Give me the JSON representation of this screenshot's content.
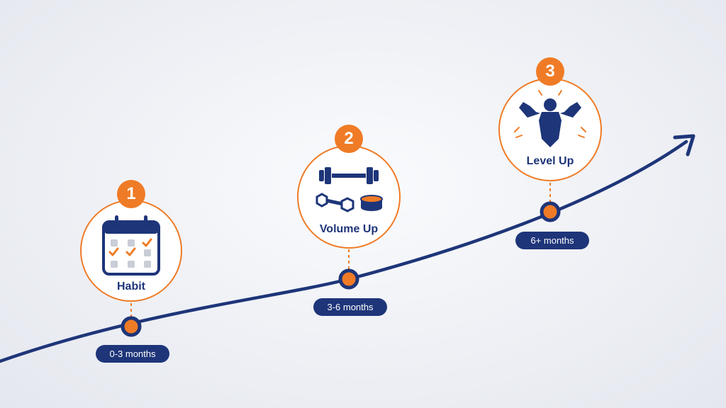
{
  "milestones": [
    {
      "number": "1",
      "label": "Habit",
      "timeframe": "0-3 months",
      "icon": "calendar-checklist-icon"
    },
    {
      "number": "2",
      "label": "Volume Up",
      "timeframe": "3-6 months",
      "icon": "dumbbells-and-weight-plate-icon"
    },
    {
      "number": "3",
      "label": "Level Up",
      "timeframe": "6+ months",
      "icon": "flexing-bodybuilder-icon"
    }
  ],
  "colors": {
    "navy": "#1e3579",
    "orange": "#ef7b26",
    "background": "#eef0f5"
  }
}
